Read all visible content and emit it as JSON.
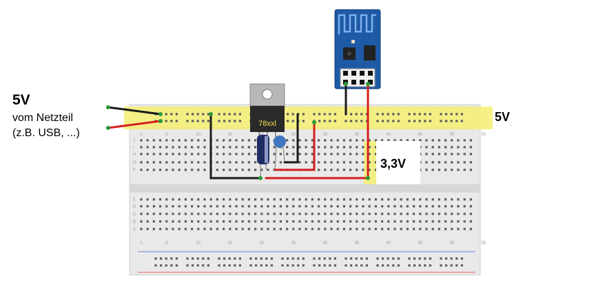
{
  "labels": {
    "supply_voltage": "5V",
    "supply_source_line1": "vom Netzteil",
    "supply_source_line2": "(z.B. USB, ...)",
    "rail_voltage": "5V",
    "regulated_voltage": "3,3V",
    "regulator_marking": "78xxl"
  },
  "breadboard": {
    "column_numbers": [
      "1",
      "5",
      "10",
      "15",
      "20",
      "25",
      "30",
      "35",
      "40",
      "45",
      "50",
      "55"
    ],
    "top_row_letters": [
      "J",
      "I",
      "H",
      "G",
      "F"
    ],
    "bottom_row_letters": [
      "E",
      "D",
      "C",
      "B",
      "A"
    ]
  },
  "colors": {
    "highlight": "#f5f07a",
    "wire_red": "#d41f1f",
    "wire_black": "#1a1a1a",
    "module_blue": "#1e5aa6",
    "breadboard": "#e9e9e9",
    "rail_red": "#e86060",
    "rail_blue": "#6f7fd8",
    "capacitor": "#1f2d66"
  }
}
